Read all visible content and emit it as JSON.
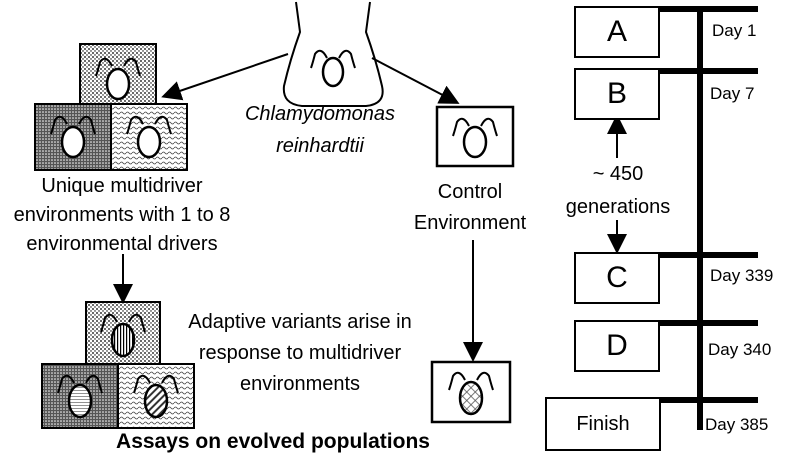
{
  "organism": {
    "line1": "Chlamydomonas",
    "line2": "reinhardtii"
  },
  "multidriver": {
    "line1": "Unique multidriver",
    "line2": "environments with 1 to 8",
    "line3": "environmental drivers"
  },
  "control": {
    "line1": "Control",
    "line2": "Environment"
  },
  "adaptive": {
    "line1": "Adaptive variants arise in",
    "line2": "response to multidriver",
    "line3": "environments"
  },
  "assays_title": "Assays on evolved populations",
  "timeline": {
    "stages": [
      {
        "label": "A",
        "day": "Day 1"
      },
      {
        "label": "B",
        "day": "Day 7"
      },
      {
        "label": "C",
        "day": "Day 339"
      },
      {
        "label": "D",
        "day": "Day 340"
      },
      {
        "label": "Finish",
        "day": "Day 385"
      }
    ],
    "generations": {
      "line1": "~ 450",
      "line2": "generations"
    }
  }
}
